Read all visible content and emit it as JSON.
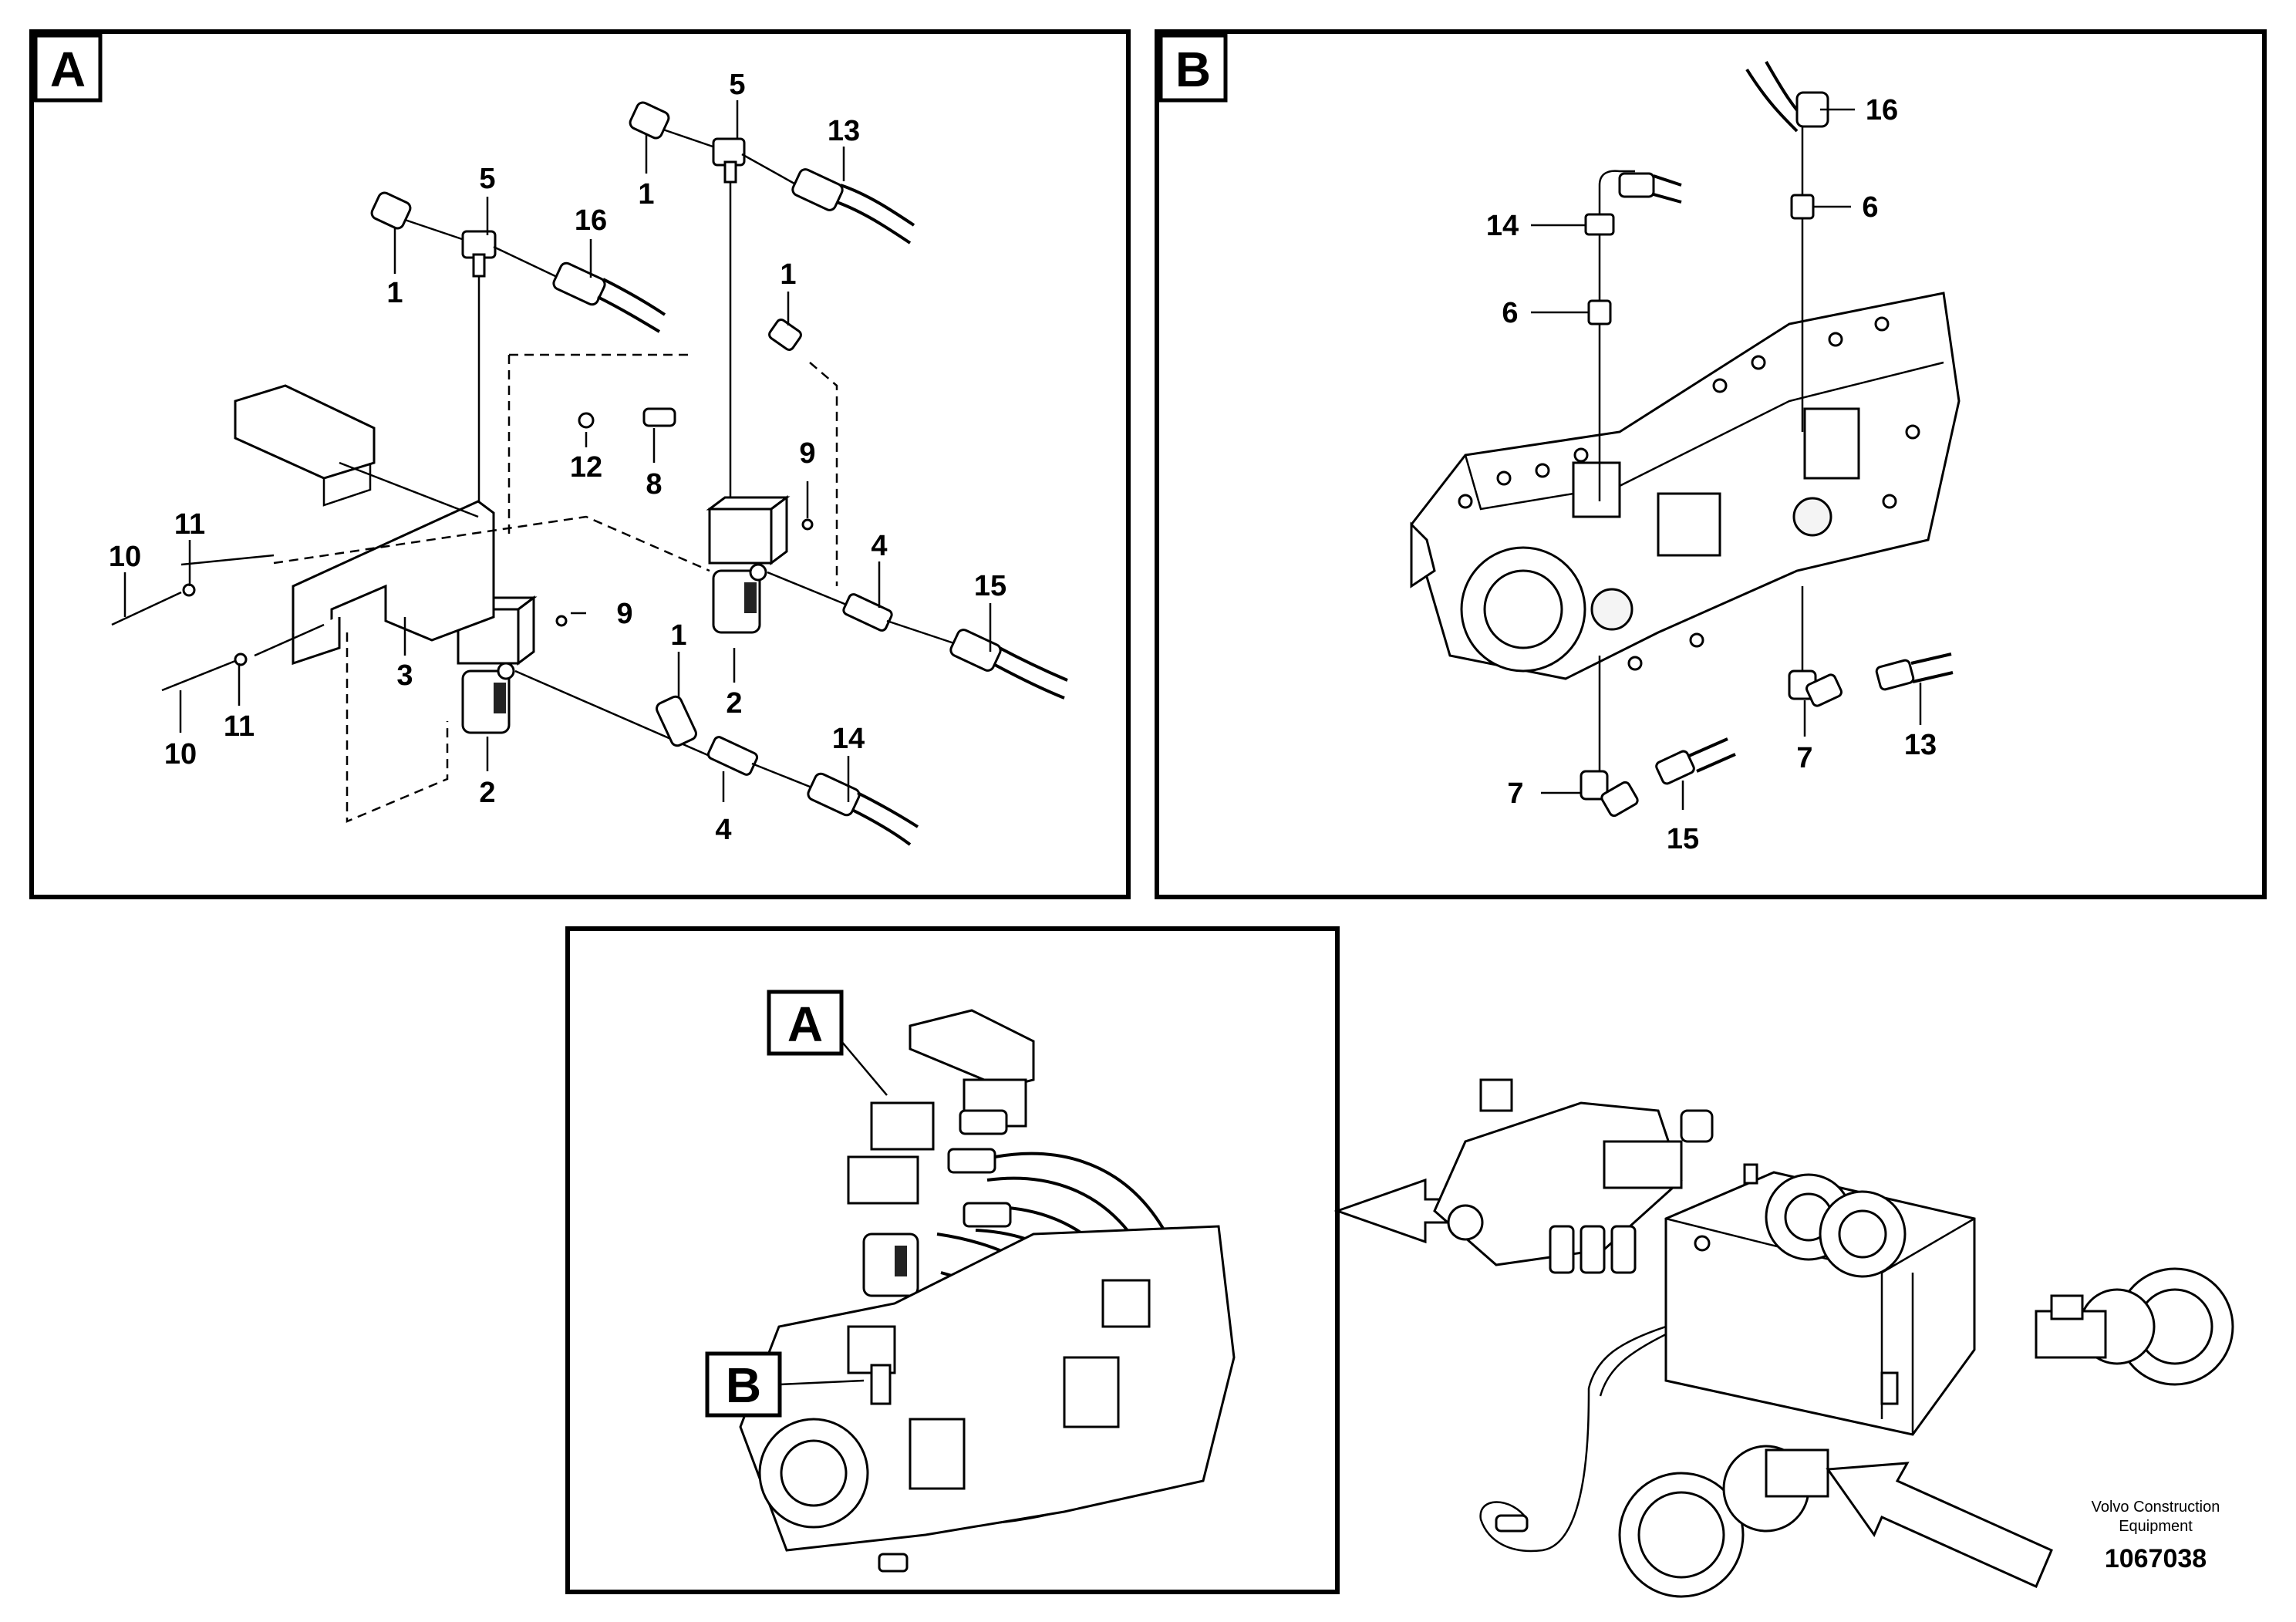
{
  "panels": {
    "a": {
      "tag": "A"
    },
    "b": {
      "tag": "B"
    },
    "overview": {
      "tag_a": "A",
      "tag_b": "B"
    }
  },
  "callouts_a": [
    "5",
    "13",
    "1",
    "5",
    "16",
    "1",
    "1",
    "12",
    "8",
    "9",
    "11",
    "10",
    "4",
    "15",
    "9",
    "3",
    "1",
    "2",
    "10",
    "11",
    "2",
    "14",
    "4"
  ],
  "callouts_b": [
    "16",
    "14",
    "6",
    "6",
    "7",
    "13",
    "7",
    "15"
  ],
  "footer": {
    "company": "Volvo Construction",
    "company_line2": "Equipment",
    "drawing_number": "1067038"
  }
}
